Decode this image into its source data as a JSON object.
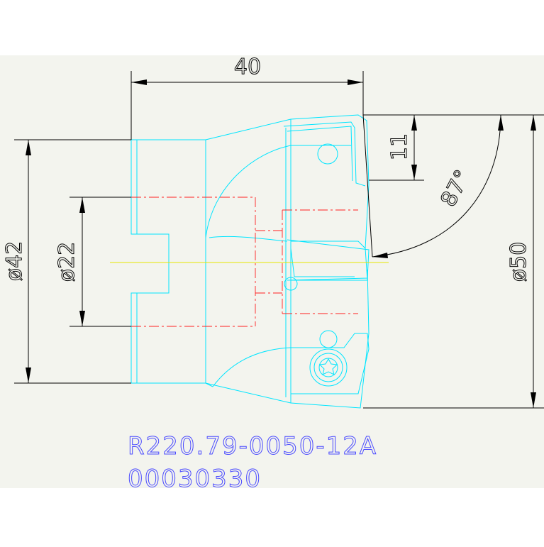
{
  "drawing": {
    "background": "#f3f4ee",
    "colors": {
      "dimension": "#000000",
      "body_outline": "#00e5ff",
      "hidden_line": "#ff2020",
      "center_line": "#e6e600",
      "label": "#4a4aff"
    },
    "dimensions": {
      "length": "40",
      "shank_diameter": "ø42",
      "bore_diameter": "ø22",
      "cutter_diameter": "ø50",
      "insert_height": "11",
      "lead_angle": "87°"
    },
    "labels": {
      "part_number": "R220.79-0050-12A",
      "item_code": "00030330"
    }
  }
}
